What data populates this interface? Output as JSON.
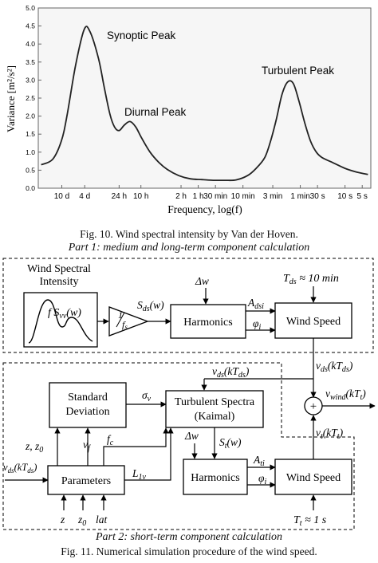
{
  "chart_data": {
    "type": "line",
    "title": "",
    "xlabel": "Frequency, log(f)",
    "ylabel": "Variance [m²/s²]",
    "ylim": [
      0,
      5
    ],
    "yticks": [
      "0.0",
      "0.5",
      "1.0",
      "1.5",
      "2.0",
      "2.5",
      "3.0",
      "3.5",
      "4.0",
      "4.5",
      "5.0"
    ],
    "xticks": [
      "10 d",
      "4 d",
      "24 h",
      "10 h",
      "2 h",
      "1 h",
      "30 min",
      "10 min",
      "3 min",
      "1 min",
      "30 s",
      "10 s",
      "5 s"
    ],
    "x_tick_positions_log10_f": [
      -5.94,
      -5.54,
      -4.94,
      -4.56,
      -3.86,
      -3.56,
      -3.26,
      -2.78,
      -2.26,
      -1.78,
      -1.48,
      -1.0,
      -0.7
    ],
    "x": [
      -6.3,
      -6.1,
      -5.95,
      -5.85,
      -5.7,
      -5.55,
      -5.45,
      -5.3,
      -5.2,
      -5.1,
      -5.02,
      -4.94,
      -4.85,
      -4.75,
      -4.65,
      -4.55,
      -4.4,
      -4.25,
      -4.1,
      -3.9,
      -3.7,
      -3.5,
      -3.3,
      -3.1,
      -2.9,
      -2.7,
      -2.55,
      -2.4,
      -2.3,
      -2.2,
      -2.1,
      -2.0,
      -1.9,
      -1.8,
      -1.7,
      -1.6,
      -1.5,
      -1.4,
      -1.2,
      -1.0,
      -0.8,
      -0.6
    ],
    "series": [
      {
        "values": [
          0.65,
          0.8,
          1.3,
          2.0,
          3.4,
          4.4,
          4.35,
          3.6,
          2.8,
          2.05,
          1.7,
          1.6,
          1.75,
          1.85,
          1.7,
          1.4,
          1.0,
          0.72,
          0.52,
          0.35,
          0.26,
          0.24,
          0.22,
          0.22,
          0.23,
          0.35,
          0.55,
          0.85,
          1.3,
          1.9,
          2.6,
          2.95,
          2.9,
          2.4,
          1.8,
          1.3,
          1.0,
          0.85,
          0.7,
          0.55,
          0.45,
          0.38
        ]
      }
    ],
    "annotations": [
      {
        "text": "Synoptic Peak"
      },
      {
        "text": "Diurnal Peak"
      },
      {
        "text": "Turbulent Peak"
      }
    ],
    "grid": false,
    "line_color": "#222222",
    "background": "#f6f6f6"
  },
  "captions": {
    "fig10": "Fig. 10.  Wind spectral intensity by Van der Hoven.",
    "part1": "Part 1: medium and long-term component calculation",
    "part2": "Part 2: short-term component calculation",
    "fig11": "Fig. 11.  Numerical simulation procedure of the wind speed."
  },
  "diagram": {
    "spectral_title_1": "Wind Spectral",
    "spectral_title_2": "Intensity",
    "svv_label": "f S",
    "svv_sub": "vv",
    "svv_arg": "(w)",
    "gain_num": "1",
    "gain_den": "f",
    "gain_den_sub": "s",
    "sds_label": "S",
    "sds_sub": "ds",
    "sds_arg": "(w)",
    "harmonics_1": "Harmonics",
    "dw_1": "Δw",
    "adsi": "A",
    "adsi_sub": "dsi",
    "phi_1": "φ",
    "phi_1_sub": "i",
    "wind_speed_1": "Wind Speed",
    "tds_label": "T",
    "tds_sub": "ds",
    "tds_value": " ≈ 10 min",
    "vds_ktds_1": "v",
    "vds_sub": "ds",
    "ktds_arg": "(kT",
    "ktds_sub": "ds",
    "ktds_close": ")",
    "std_dev_1": "Standard",
    "std_dev_2": "Deviation",
    "sigma": "σ",
    "sigma_sub": "v",
    "turb_spectra_1": "Turbulent Spectra",
    "turb_spectra_2": "(Kaimal)",
    "vf": "v",
    "vf_sub": "f",
    "fc": "f",
    "fc_sub": "c",
    "z_z0": "z, z",
    "z_z0_sub": "0",
    "parameters": "Parameters",
    "l1v": "L",
    "l1v_sub": "1v",
    "harmonics_2": "Harmonics",
    "dw_2": "Δw",
    "st_label": "S",
    "st_sub": "t",
    "st_arg": "(w)",
    "ati": "A",
    "ati_sub": "ti",
    "phi_2": "φ",
    "phi_2_sub": "i",
    "wind_speed_2": "Wind Speed",
    "vt_label": "v",
    "vt_sub": "t",
    "kt_arg": "(kT",
    "kt_sub": "t",
    "kt_close": ")",
    "tt_label": "T",
    "tt_sub": "t",
    "tt_value": " ≈ 1 s",
    "plus": "+",
    "vwind": "v",
    "vwind_sub": "wind",
    "z_in": "z",
    "z0_in": "z",
    "z0_in_sub": "0",
    "lat_in": "lat"
  }
}
